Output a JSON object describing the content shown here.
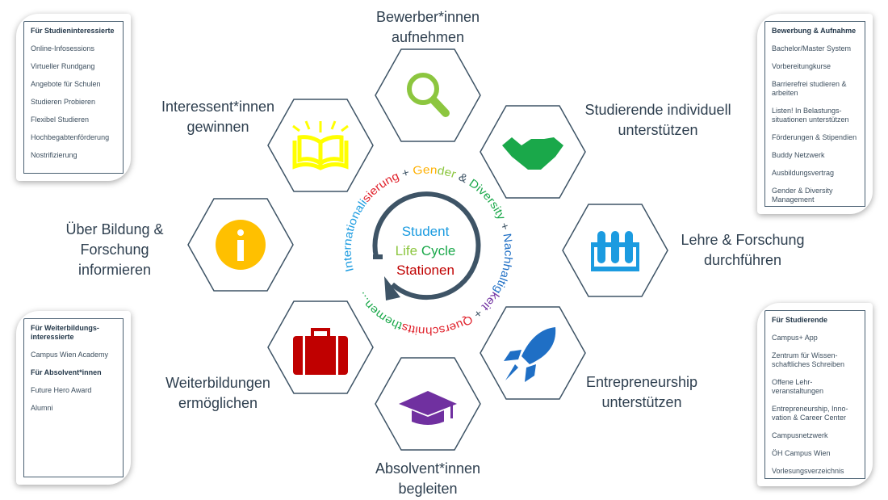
{
  "boxes": {
    "top_left": {
      "items": [
        "Für Studieninteressierte",
        "Online-Infosessions",
        "Virtueller Rundgang",
        "Angebote für Schulen",
        "Studieren Probieren",
        "Flexibel Studieren",
        "Hochbegabtenförderung",
        "Nostrifizierung"
      ]
    },
    "top_right": {
      "items": [
        "Bewerbung & Aufnahme",
        "Bachelor/Master System",
        "Vorbereitungkurse",
        "Barrierefrei studieren & arbeiten",
        "Listen! In Belastungs-situationen unterstützen",
        "Förderungen & Stipendien",
        "Buddy Netzwerk",
        "Ausbildungsvertrag",
        "Gender & Diversity Management"
      ]
    },
    "bottom_left": {
      "items": [
        "Für Weiterbildungs-interessierte",
        "Campus Wien Academy",
        "Für Absolvent*innen",
        "Future Hero Award",
        "Alumni"
      ]
    },
    "bottom_right": {
      "items": [
        "Für Studierende",
        "Campus+ App",
        "Zentrum für Wissen-schaftliches Schreiben",
        "Offene Lehr-veranstaltungen",
        "Entrepreneurship, Inno-vation & Career Center",
        "Campusnetzwerk",
        "ÖH Campus Wien",
        "Vorlesungsverzeichnis"
      ]
    }
  },
  "stations": [
    {
      "line1": "Bewerber*innen",
      "line2": "aufnehmen",
      "icon": "magnifier-icon",
      "color": "#8cc63f"
    },
    {
      "line1": "Studierende individuell",
      "line2": "unterstützen",
      "icon": "handshake-icon",
      "color": "#1aa84a"
    },
    {
      "line1": "Lehre & Forschung",
      "line2": "durchführen",
      "icon": "test-tubes-icon",
      "color": "#1b9be0"
    },
    {
      "line1": "Entrepreneurship",
      "line2": "unterstützen",
      "icon": "rocket-icon",
      "color": "#1f6fc5"
    },
    {
      "line1": "Absolvent*innen",
      "line2": "begleiten",
      "icon": "graduation-cap-icon",
      "color": "#7030a0"
    },
    {
      "line1": "Weiterbildungen",
      "line2": "ermöglichen",
      "icon": "briefcase-icon",
      "color": "#c00000"
    },
    {
      "line1": "Über Bildung &",
      "line2": "Forschung",
      "line3": "informieren",
      "icon": "info-icon",
      "color": "#ffc000"
    },
    {
      "line1": "Interessent*innen",
      "line2": "gewinnen",
      "icon": "open-book-icon",
      "color": "#ffff00"
    }
  ],
  "center": {
    "line1": "Student",
    "line2a": "Life",
    "line2b": "Cycle",
    "line3": "Stationen",
    "ring": [
      "Internationali",
      "sierung",
      " + ",
      "Gen",
      "der",
      " & ",
      "Diversity",
      " + ",
      "Nachhaltig",
      "keit",
      " + ",
      "Querschnitts",
      "themen..."
    ]
  }
}
